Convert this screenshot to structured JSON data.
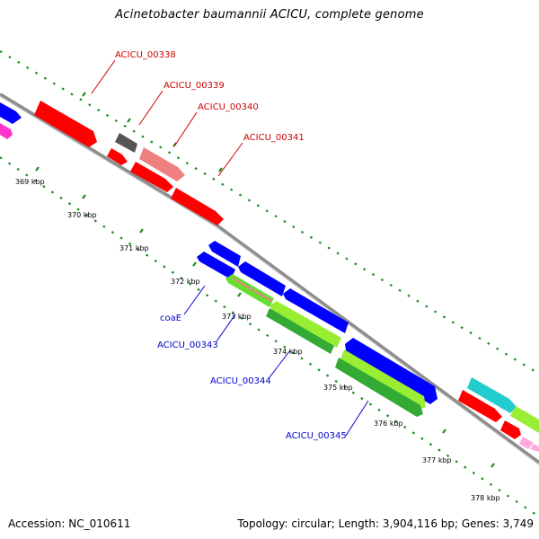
{
  "title": "Acinetobacter baumannii ACICU, complete genome",
  "footer": {
    "accession": "Accession: NC_010611",
    "topology": "Topology: circular; Length: 3,904,116 bp; Genes: 3,749"
  },
  "kbp_labels": [
    "369 kbp",
    "370 kbp",
    "371 kbp",
    "372 kbp",
    "373 kbp",
    "374 kbp",
    "375 kbp",
    "376 kbp",
    "377 kbp",
    "378 kbp"
  ],
  "gene_labels": {
    "forward": [
      "ACICU_00338",
      "ACICU_00339",
      "ACICU_00340",
      "ACICU_00341"
    ],
    "reverse": [
      "coaE",
      "ACICU_00343",
      "ACICU_00344",
      "ACICU_00345"
    ]
  },
  "colors": {
    "forward_label": "#cc0000",
    "reverse_label": "#0000cc",
    "red": "#ff0000",
    "blue": "#0000ff",
    "gray": "#555555",
    "pink": "#f08080",
    "green": "#33aa33",
    "lime": "#99ee33",
    "cyan": "#22cccc",
    "magenta": "#ff44cc",
    "backbone": "#888888",
    "tick": "#1a8a1a"
  }
}
